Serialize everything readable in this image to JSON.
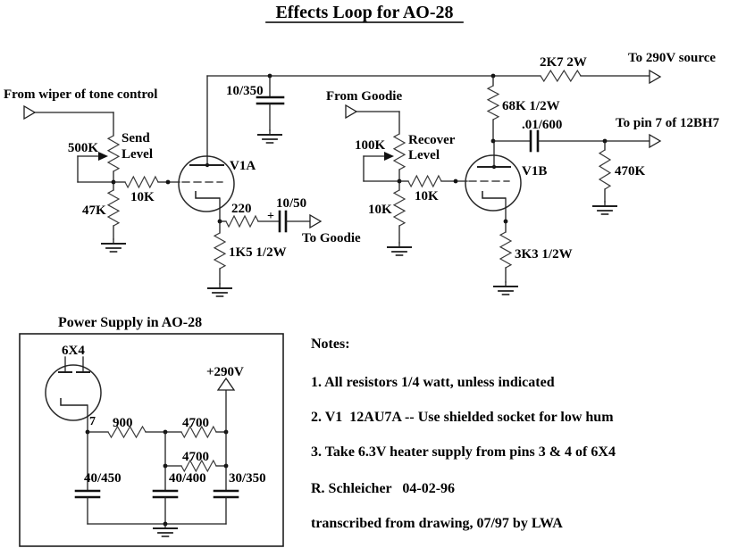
{
  "title": "Effects Loop for AO-28",
  "schematic": {
    "input_label": "From wiper of tone control",
    "send_pot_value": "500K",
    "send_pot_name1": "Send",
    "send_pot_name2": "Level",
    "r_47k": "47K",
    "r_10k_send": "10K",
    "tube_v1a": "V1A",
    "cap_10_350": "10/350",
    "r_220": "220",
    "cap_10_50": "10/50",
    "cap_10_50_polarity": "+",
    "to_goodie": "To Goodie",
    "r_1k5": "1K5 1/2W",
    "from_goodie": "From Goodie",
    "recover_pot_value": "100K",
    "recover_pot_name1": "Recover",
    "recover_pot_name2": "Level",
    "r_10k_shunt": "10K",
    "r_10k_recover": "10K",
    "tube_v1b": "V1B",
    "r_68k": "68K 1/2W",
    "r_2k7": "2K7 2W",
    "to_290v": "To 290V source",
    "cap_01_600": ".01/600",
    "to_pin7": "To pin 7 of 12BH7",
    "r_470k": "470K",
    "r_3k3": "3K3 1/2W"
  },
  "power_supply": {
    "title": "Power Supply in AO-28",
    "tube": "6X4",
    "pin": "7",
    "r_900": "900",
    "r_4700_upper": "4700",
    "r_4700_lower": "4700",
    "output": "+290V",
    "cap_40_450": "40/450",
    "cap_40_400": "40/400",
    "cap_30_350": "30/350"
  },
  "notes": {
    "heading": "Notes:",
    "items": [
      "1. All resistors 1/4 watt, unless indicated",
      "2. V1  12AU7A -- Use shielded socket for low hum",
      "3. Take 6.3V heater supply from pins 3 & 4 of 6X4"
    ],
    "signature": "R. Schleicher   04-02-96",
    "transcription": "transcribed from drawing, 07/97 by LWA"
  }
}
